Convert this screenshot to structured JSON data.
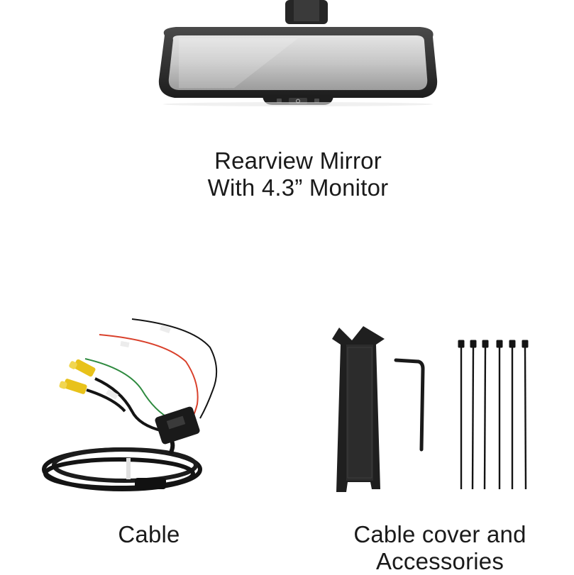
{
  "captions": {
    "mirror_line1": "Rearview Mirror",
    "mirror_line2": "With 4.3” Monitor",
    "cable": "Cable",
    "accessories_line1": "Cable cover and",
    "accessories_line2": "Accessories"
  },
  "colors": {
    "background": "#ffffff",
    "text": "#1a1a1a",
    "mirror_body": "#2e2e2e",
    "mirror_glass": "#c9c9c9",
    "rca_yellow": "#e8c21a",
    "wire_red": "#d9402b",
    "wire_green": "#2e8a3f",
    "wire_black": "#141414"
  },
  "products": [
    "rearview-mirror",
    "wiring-cable",
    "cable-cover",
    "allen-key",
    "cable-ties"
  ]
}
